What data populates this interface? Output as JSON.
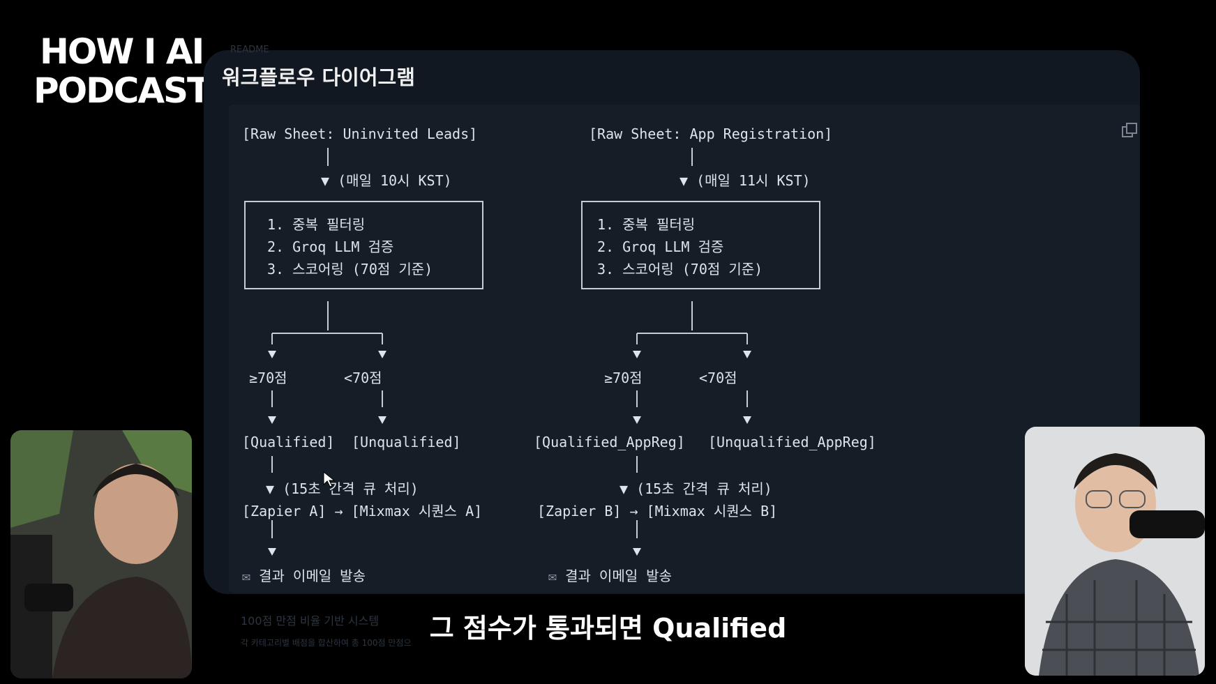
{
  "logo": {
    "line1": "HOW I AI",
    "line2": "PODCAST"
  },
  "panel": {
    "readme_tab": "README",
    "title": "워크플로우 다이어그램",
    "faint_heading": "100점 만점 비율 기반 시스템",
    "faint_sub": "각 카테고리별 배점을 합산하여 총 100점 만점으"
  },
  "diagram": {
    "left": {
      "source": "[Raw Sheet: Uninvited Leads]",
      "schedule": "▼ (매일 10시 KST)",
      "steps": [
        "1. 중복 필터링",
        "2. Groq LLM 검증",
        "3. 스코어링 (70점 기준)"
      ],
      "high": "≥70점",
      "low": "<70점",
      "qualified": "[Qualified]",
      "unqualified": "[Unqualified]",
      "queue": "▼ (15초 간격 큐 처리)",
      "zapier": "[Zapier A] → [Mixmax 시퀀스 A]",
      "result": "결과 이메일 발송"
    },
    "right": {
      "source": "[Raw Sheet: App Registration]",
      "schedule": "▼ (매일 11시 KST)",
      "steps": [
        "1. 중복 필터링",
        "2. Groq LLM 검증",
        "3. 스코어링 (70점 기준)"
      ],
      "high": "≥70점",
      "low": "<70점",
      "qualified": "[Qualified_AppReg]",
      "unqualified": "[Unqualified_AppReg]",
      "queue": "▼ (15초 간격 큐 처리)",
      "zapier": "[Zapier B] → [Mixmax 시퀀스 B]",
      "result": "결과 이메일 발송"
    }
  },
  "caption": "그 점수가 통과되면 Qualified",
  "colors": {
    "panel": "#111822",
    "code": "#151d27",
    "text": "#dfe3ea"
  }
}
